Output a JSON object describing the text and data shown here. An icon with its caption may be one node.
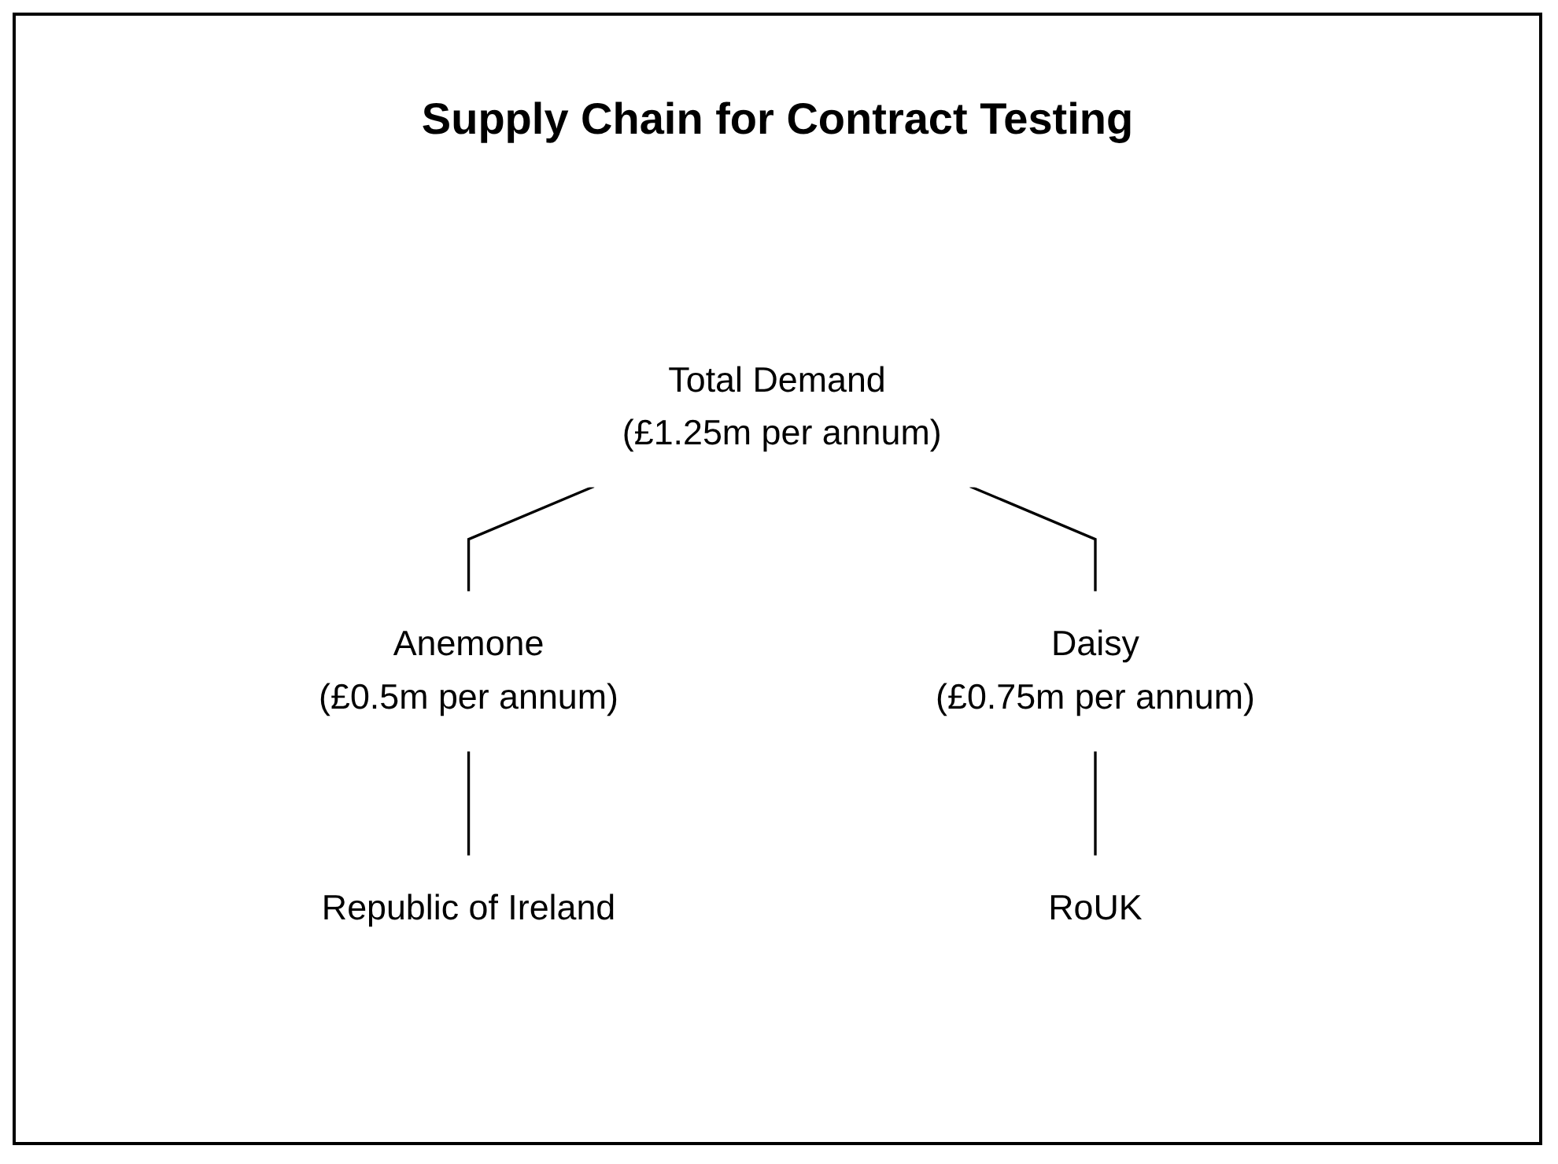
{
  "diagram": {
    "title": "Supply Chain for Contract Testing",
    "nodes": [
      {
        "text": [
          "Total Demand (£1.25m per annum)"
        ]
      },
      {
        "text": [
          "Anemone",
          "(£0.5m per annum)"
        ]
      },
      {
        "text": [
          "Daisy",
          "(£0.75m per annum)"
        ]
      },
      {
        "text": [
          "Republic of Ireland"
        ]
      },
      {
        "text": [
          "RoUK"
        ]
      }
    ],
    "edges": [
      {
        "from": 0,
        "to": 1,
        "arrow": "none"
      },
      {
        "from": 0,
        "to": 2,
        "arrow": "none"
      },
      {
        "from": 1,
        "to": 3,
        "arrow": "none"
      },
      {
        "from": 2,
        "to": 4,
        "arrow": "none"
      }
    ]
  }
}
